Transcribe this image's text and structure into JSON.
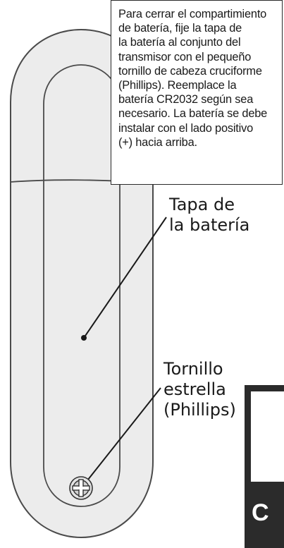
{
  "callout": {
    "lines": [
      "Para cerrar el compartimiento",
      "de batería, fije la tapa de",
      "la batería al conjunto del",
      "transmisor con el pequeño",
      "tornillo de cabeza cruciforme",
      "(Phillips). Reemplace la",
      "batería CR2032 según sea",
      "necesario. La batería se debe",
      "instalar con el lado positivo",
      "(+) hacia arriba."
    ]
  },
  "labels": {
    "battery_cover": [
      "Tapa de",
      "la batería"
    ],
    "screw": [
      "Tornillo",
      "estrella",
      "(Phillips)"
    ]
  },
  "corner_fragment": "C",
  "colors": {
    "device_fill": "#ececec",
    "device_stroke": "#4a4a4a",
    "ink": "#1a1a1a",
    "dark_panel": "#2b2b2b"
  }
}
